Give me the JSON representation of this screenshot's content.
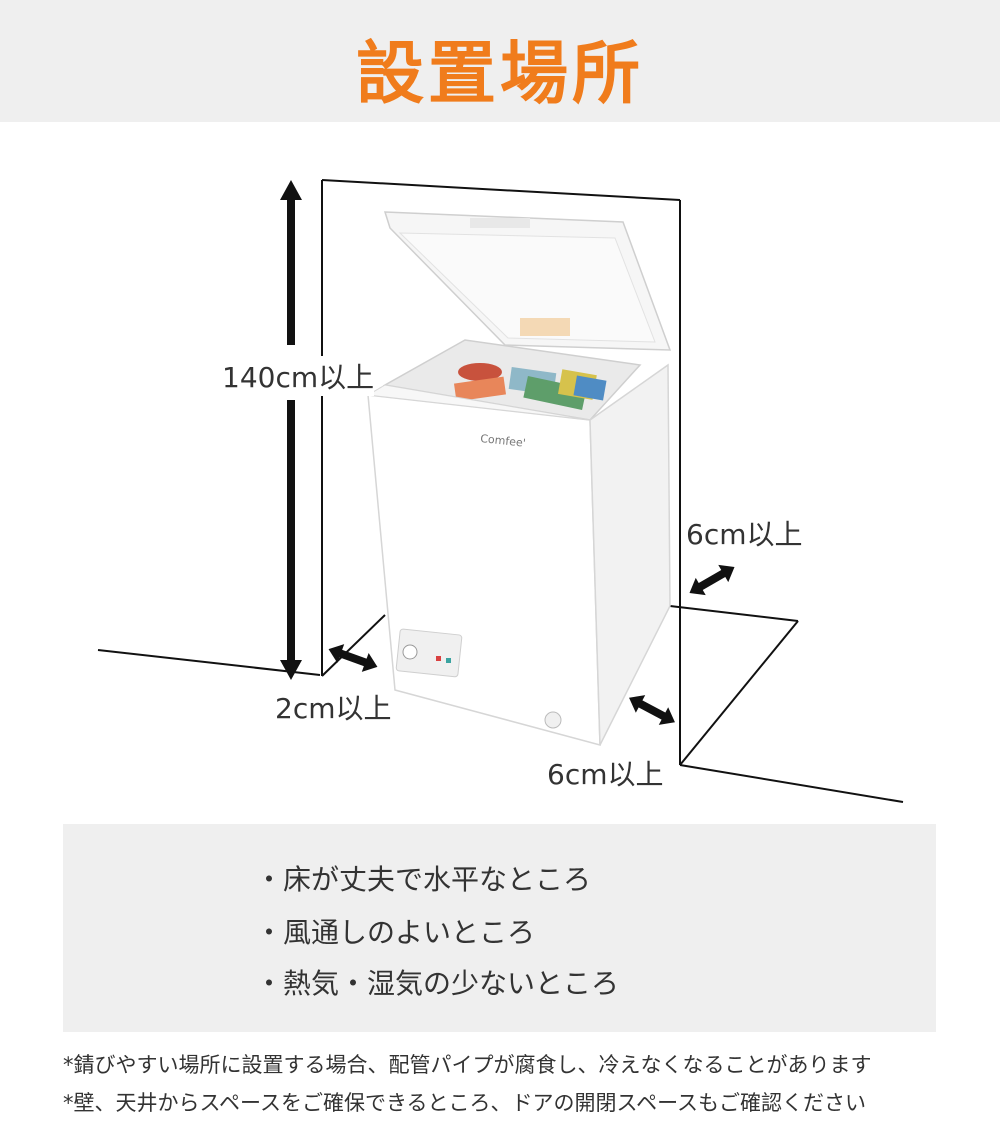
{
  "header": {
    "title": "設置場所"
  },
  "diagram": {
    "clearances": {
      "top": "140cm以上",
      "side_right": "6cm以上",
      "side_left": "2cm以上",
      "back": "6cm以上"
    },
    "product_brand": "Comfee'"
  },
  "conditions": [
    "・床が丈夫で水平なところ",
    "・風通しのよいところ",
    "・熱気・湿気の少ないところ"
  ],
  "notes": [
    "*錆びやすい場所に設置する場合、配管パイプが腐食し、冷えなくなることがあります",
    "*壁、天井からスペースをご確保できるところ、ドアの開閉スペースもご確認ください"
  ],
  "colors": {
    "accent": "#f07c1c",
    "panel": "#efefef",
    "text": "#333333"
  }
}
